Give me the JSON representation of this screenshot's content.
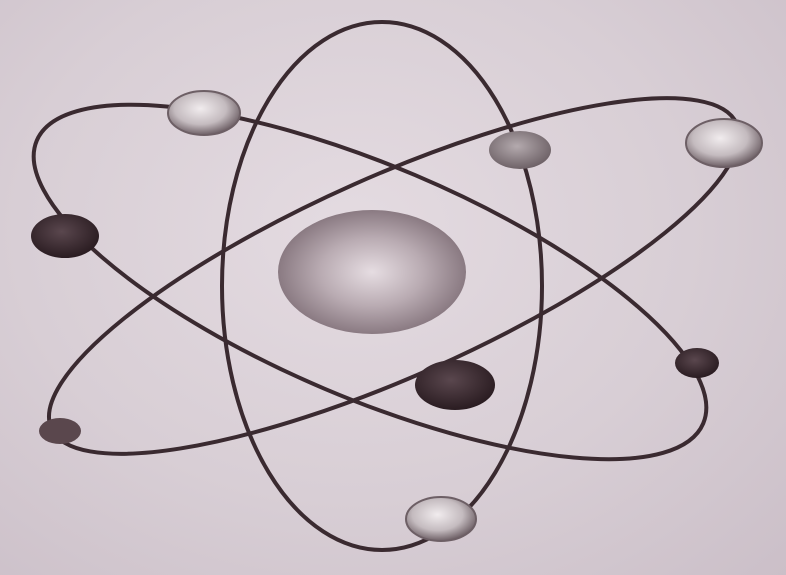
{
  "diagram": {
    "kind": "atom-model",
    "nucleus": {
      "icon": "nucleus",
      "color": "#9e8f96"
    },
    "orbits": [
      {
        "name": "orbit-vertical",
        "color": "#3a2a30"
      },
      {
        "name": "orbit-descending",
        "color": "#3a2a30"
      },
      {
        "name": "orbit-ascending",
        "color": "#3a2a30"
      }
    ],
    "electrons": [
      {
        "name": "electron-top-left",
        "shade": "light",
        "color": "#b8b0b4"
      },
      {
        "name": "electron-top-middle",
        "shade": "medium",
        "color": "#8f8489"
      },
      {
        "name": "electron-top-right",
        "shade": "light",
        "color": "#c2babe"
      },
      {
        "name": "electron-left",
        "shade": "dark",
        "color": "#3b2c31"
      },
      {
        "name": "electron-center",
        "shade": "dark",
        "color": "#3b2c31"
      },
      {
        "name": "electron-right",
        "shade": "dark",
        "color": "#4a393f"
      },
      {
        "name": "electron-bottom-left",
        "shade": "dark",
        "color": "#5a474d"
      },
      {
        "name": "electron-bottom",
        "shade": "light",
        "color": "#cbc4c7"
      }
    ]
  }
}
